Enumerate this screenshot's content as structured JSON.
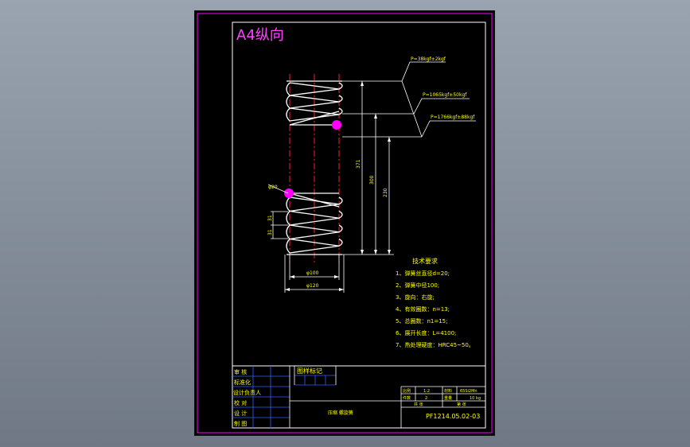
{
  "title": "A4纵向",
  "colors": {
    "paper": "#000000",
    "frame_outer": "#ff00ff",
    "frame_inner": "#ffffff",
    "spring": "#ffffff",
    "centerline": "#ff2020",
    "dimension": "#ffffff",
    "text_yellow": "#ffff00",
    "text_magenta": "#ff40ff",
    "table_blue": "#3060ff",
    "marker": "#ff00ff"
  },
  "loads": {
    "p1": "P=38kgf±2kgf",
    "p2": "P=1065kgf±50kgf",
    "p3": "P=1766kgf±88kgf"
  },
  "dimensions": {
    "h1": "371",
    "h2": "300",
    "h3": "230",
    "phi_wire": "φ20",
    "pitch_a": "31",
    "pitch_b": "31",
    "phi_mean": "φ100",
    "phi_outer": "φ120"
  },
  "tech_requirements": {
    "heading": "技术要求",
    "items": [
      "1、弹簧丝直径d=20;",
      "2、弹簧中径100;",
      "3、旋向：右旋;",
      "4、有效圈数：n=13;",
      "5、总圈数：n1=15;",
      "6、展开长度：L=4100;",
      "7、热处理硬度：HRC45~50。"
    ]
  },
  "title_block": {
    "left_labels": [
      "审 核",
      "标准化",
      "设计负责人",
      "校 对",
      "设 计",
      "制 图"
    ],
    "drawing_record": "图样标记",
    "part_name": "压缩 螺旋簧",
    "scale_label": "比例",
    "scale_value": "1:2",
    "material_label": "材料",
    "material_value": "65Si2Mn",
    "qty_label": "件数",
    "qty_value": "2",
    "weight_label": "重量",
    "weight_value": "10 kg",
    "sheet_a": "共 张",
    "sheet_b": "第 张",
    "drawing_number": "PF1214.05.02-03"
  }
}
